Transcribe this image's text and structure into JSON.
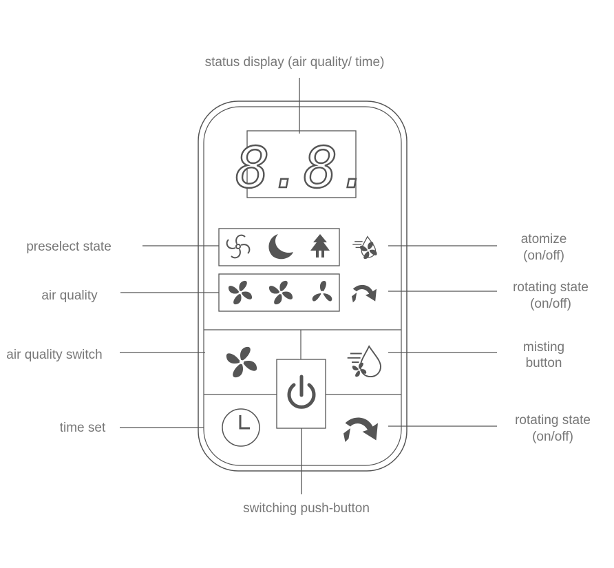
{
  "display": {
    "digits": "8.8."
  },
  "labels": {
    "status_display": "status display (air quality/ time)",
    "preselect_state": "preselect state",
    "air_quality": "air quality",
    "air_quality_switch": "air quality switch",
    "time_set": "time set",
    "atomize_line1": "atomize",
    "atomize_line2": "(on/off)",
    "rotating_state_line1": "rotating state",
    "rotating_state_line2": "(on/off)",
    "misting_line1": "misting",
    "misting_line2": "button",
    "rotating_state_btn_line1": "rotating state",
    "rotating_state_btn_line2": "(on/off)",
    "switching_push_button": "switching push-button"
  },
  "colors": {
    "outline": "#555555",
    "label_text": "#777777",
    "background": "#ffffff"
  },
  "icons": [
    "wind-icon",
    "moon-icon",
    "tree-icon",
    "fan-icon",
    "mist-drop-icon",
    "rotate-arrow-icon",
    "power-icon",
    "clock-icon"
  ]
}
